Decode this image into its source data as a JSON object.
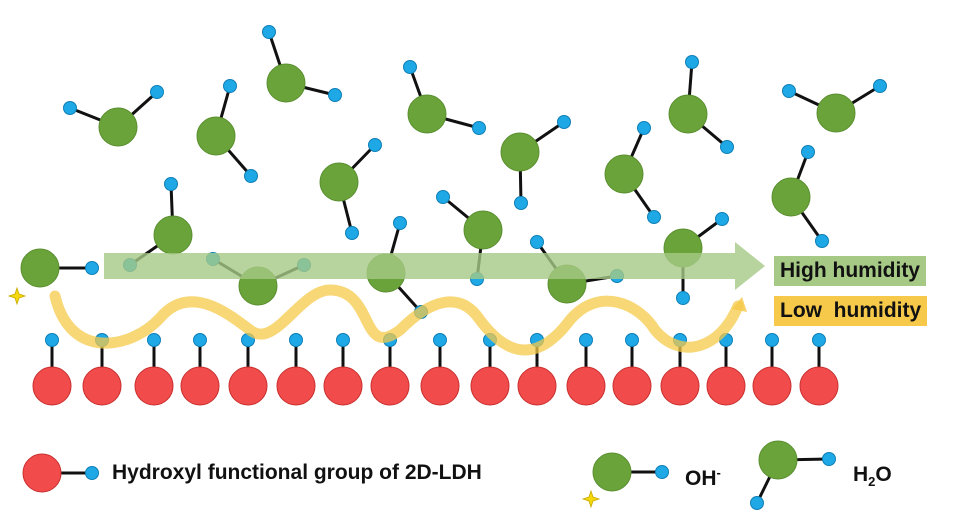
{
  "labels": {
    "high_humidity": "High humidity",
    "low_humidity": "Low  humidity"
  },
  "legend": {
    "ldh_text": "Hydroxyl functional group of 2D-LDH",
    "oh_base": "OH",
    "oh_superscript": "-",
    "h2o_h": "H",
    "h2o_subscript": "2",
    "h2o_o": "O"
  },
  "colors": {
    "oxygen_green": "#6aa33a",
    "hydrogen_blue": "#1ea8e6",
    "ldh_red": "#f24b4b",
    "high_arrow": "#a6c986",
    "low_path": "#f6c94a",
    "star": "#f5d90a"
  }
}
